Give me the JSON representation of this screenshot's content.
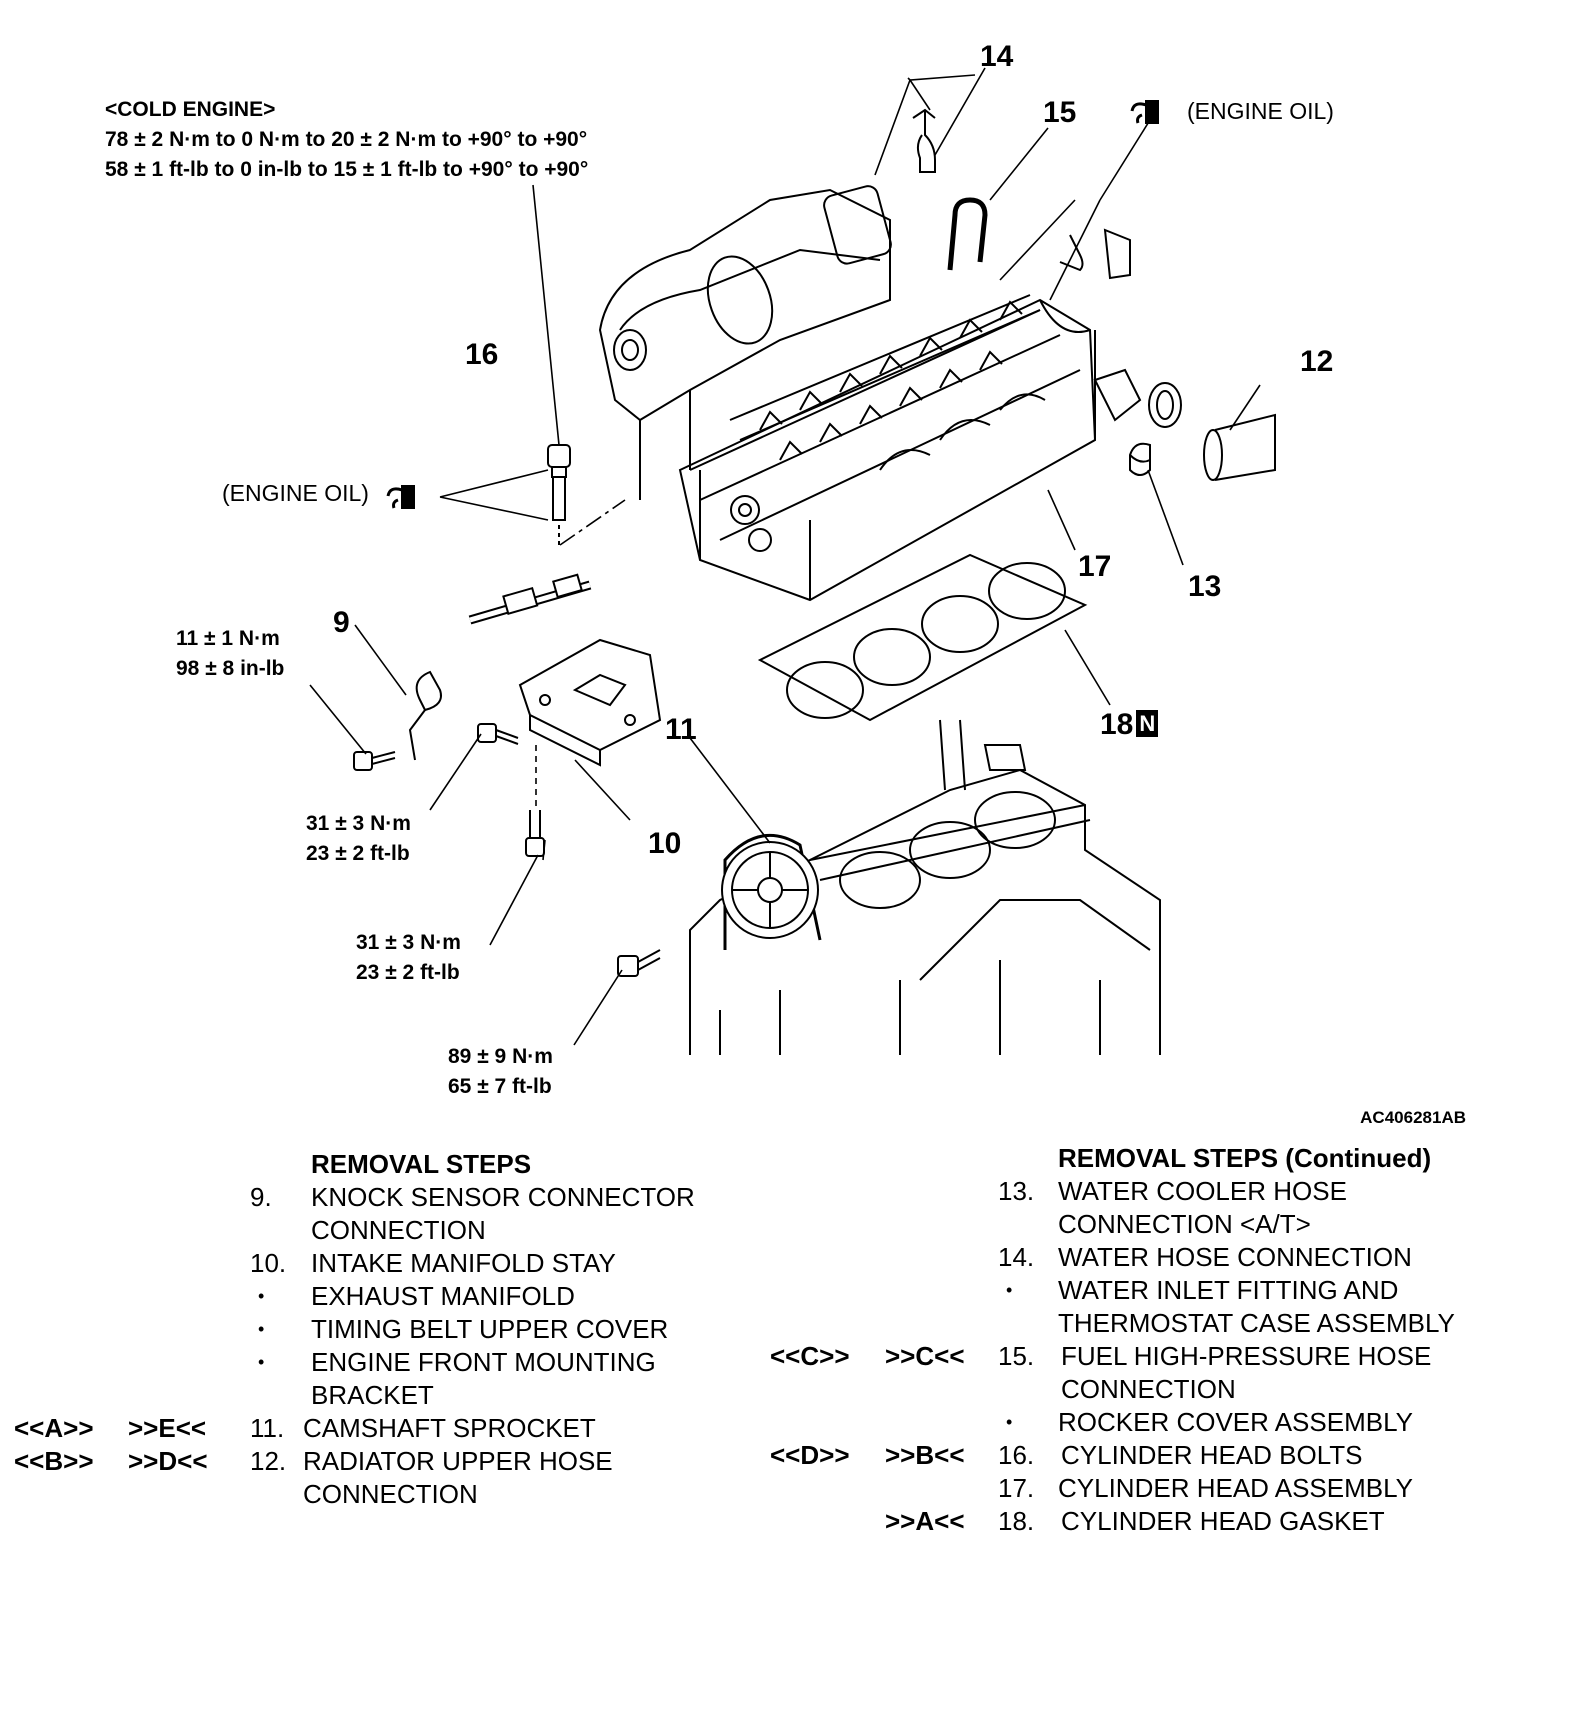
{
  "callouts": {
    "cold_engine": {
      "heading": "<COLD ENGINE>",
      "line1": "78 ± 2 N·m to 0 N·m to 20 ± 2 N·m to +90° to +90°",
      "line2": "58 ± 1 ft-lb to 0 in-lb to 15 ± 1 ft-lb to +90° to +90°"
    },
    "engine_oil_label": "(ENGINE OIL)",
    "torque_knock": {
      "nm": "11 ± 1 N·m",
      "imperial": "98 ± 8 in-lb"
    },
    "torque_stay_upper": {
      "nm": "31 ± 3 N·m",
      "imperial": "23 ± 2 ft-lb"
    },
    "torque_stay_lower": {
      "nm": "31 ± 3 N·m",
      "imperial": "23 ± 2 ft-lb"
    },
    "torque_sprocket": {
      "nm": "89 ± 9 N·m",
      "imperial": "65 ± 7 ft-lb"
    },
    "part_numbers": [
      "9",
      "10",
      "11",
      "12",
      "13",
      "14",
      "15",
      "16",
      "17",
      "18"
    ],
    "new_part_mark": "N",
    "figure_code": "AC406281AB"
  },
  "removal_steps": {
    "title": "REMOVAL STEPS",
    "items": [
      {
        "removal": "",
        "install": "",
        "num": "9.",
        "lines": [
          "KNOCK SENSOR CONNECTOR",
          "CONNECTION"
        ]
      },
      {
        "removal": "",
        "install": "",
        "num": "10.",
        "lines": [
          "INTAKE MANIFOLD STAY"
        ]
      },
      {
        "removal": "",
        "install": "",
        "num": "•",
        "lines": [
          "EXHAUST MANIFOLD"
        ]
      },
      {
        "removal": "",
        "install": "",
        "num": "•",
        "lines": [
          "TIMING BELT UPPER COVER"
        ]
      },
      {
        "removal": "",
        "install": "",
        "num": "•",
        "lines": [
          "ENGINE FRONT MOUNTING",
          "BRACKET"
        ]
      },
      {
        "removal": "<<A>>",
        "install": ">>E<<",
        "num": "11.",
        "lines": [
          "CAMSHAFT SPROCKET"
        ]
      },
      {
        "removal": "<<B>>",
        "install": ">>D<<",
        "num": "12.",
        "lines": [
          "RADIATOR UPPER HOSE",
          "CONNECTION"
        ]
      }
    ]
  },
  "removal_steps_continued": {
    "title": "REMOVAL STEPS (Continued)",
    "items": [
      {
        "removal": "",
        "install": "",
        "num": "13.",
        "lines": [
          "WATER COOLER HOSE",
          "CONNECTION <A/T>"
        ]
      },
      {
        "removal": "",
        "install": "",
        "num": "14.",
        "lines": [
          "WATER HOSE CONNECTION"
        ]
      },
      {
        "removal": "",
        "install": "",
        "num": "•",
        "lines": [
          "WATER INLET FITTING AND",
          "THERMOSTAT CASE ASSEMBLY"
        ]
      },
      {
        "removal": "<<C>>",
        "install": ">>C<<",
        "num": "15.",
        "lines": [
          "FUEL HIGH-PRESSURE HOSE",
          "CONNECTION"
        ]
      },
      {
        "removal": "",
        "install": "",
        "num": "•",
        "lines": [
          "ROCKER COVER ASSEMBLY"
        ]
      },
      {
        "removal": "<<D>>",
        "install": ">>B<<",
        "num": "16.",
        "lines": [
          "CYLINDER HEAD BOLTS"
        ]
      },
      {
        "removal": "",
        "install": "",
        "num": "17.",
        "lines": [
          "CYLINDER HEAD ASSEMBLY"
        ]
      },
      {
        "removal": "",
        "install": ">>A<<",
        "num": "18.",
        "lines": [
          "CYLINDER HEAD GASKET"
        ]
      }
    ]
  }
}
